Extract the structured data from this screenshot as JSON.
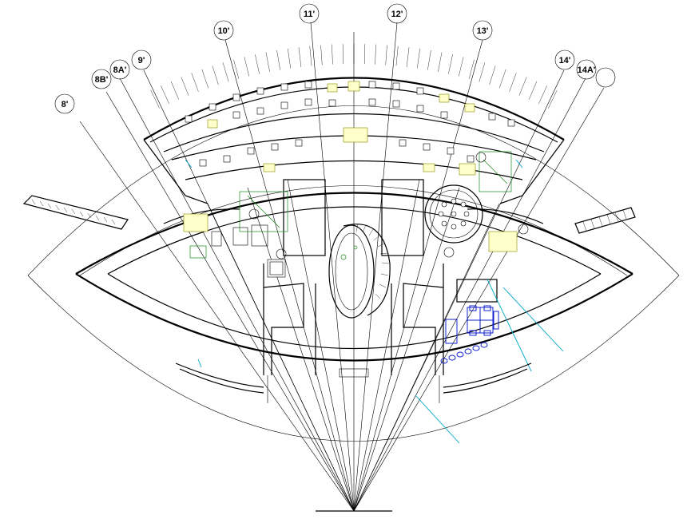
{
  "gridlines": [
    {
      "label": "8'"
    },
    {
      "label": "8B'"
    },
    {
      "label": "8A'"
    },
    {
      "label": "9'"
    },
    {
      "label": "10'"
    },
    {
      "label": "11'"
    },
    {
      "label": "12'"
    },
    {
      "label": "13'"
    },
    {
      "label": "14'"
    },
    {
      "label": "14A'"
    },
    {
      "label": ""
    }
  ],
  "colors": {
    "linework": "#000000",
    "furniture_accent": "#ffffcc",
    "landscape": "#1a8a1a",
    "glazing": "#00a8c8",
    "furniture_blue": "#1020d0"
  }
}
